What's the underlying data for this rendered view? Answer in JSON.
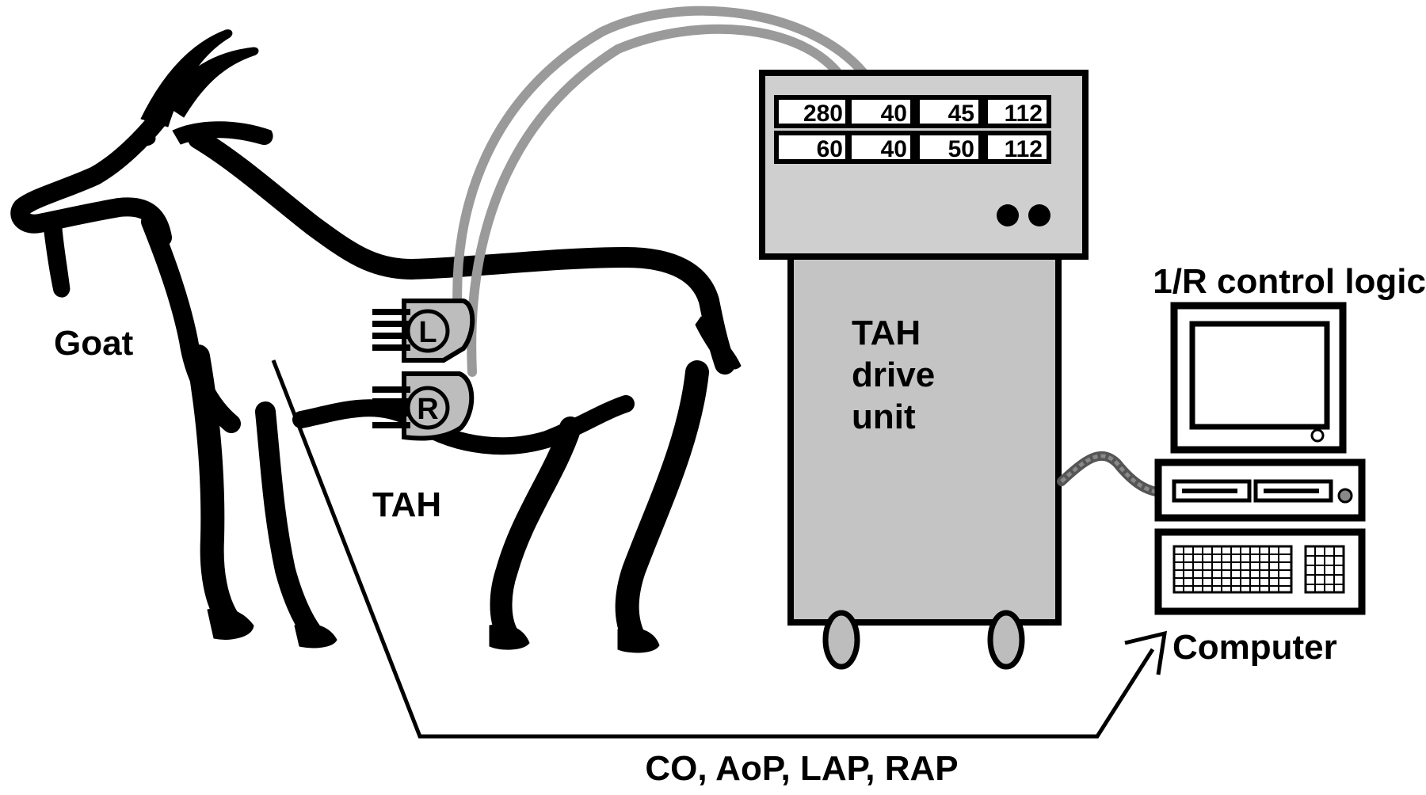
{
  "labels": {
    "goat": "Goat",
    "tah": "TAH",
    "left_chamber": "L",
    "right_chamber": "R",
    "drive_unit": [
      "TAH",
      "drive",
      "unit"
    ],
    "control_logic": "1/R control logic",
    "computer": "Computer",
    "signals": "CO, AoP, LAP, RAP"
  },
  "drive_display": {
    "row1": [
      "280",
      "40",
      "45",
      "112"
    ],
    "row2": [
      "60",
      "40",
      "50",
      "112"
    ]
  },
  "colors": {
    "ink": "#000000",
    "cabinet_gray": "#c4c4c4",
    "panel_gray": "#cfcfcf",
    "tube_gray": "#9a9a9a",
    "paper": "#ffffff"
  }
}
